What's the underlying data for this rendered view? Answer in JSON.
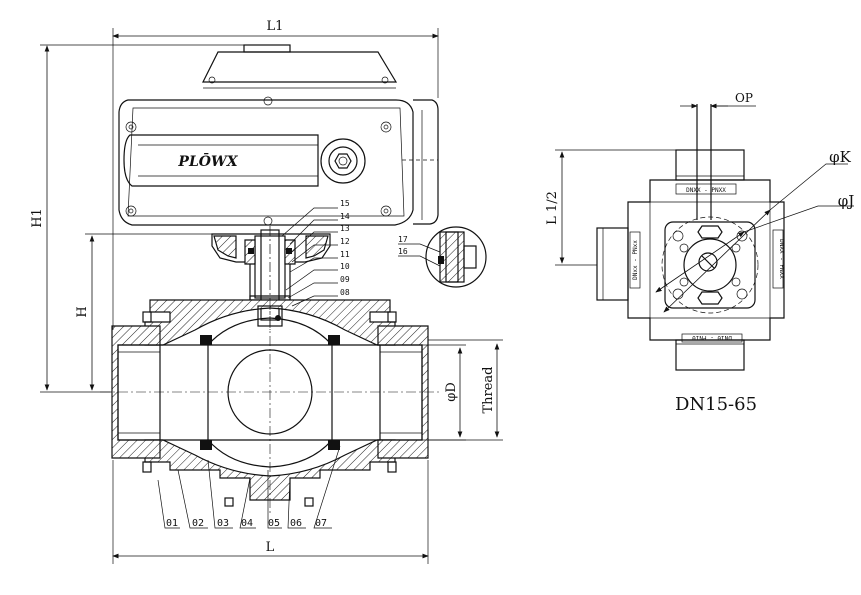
{
  "dimensions": {
    "L1": "L1",
    "H1": "H1",
    "H": "H",
    "L": "L",
    "D": "φD",
    "thread": "Thread",
    "OP": "OP",
    "K": "φK",
    "J": "φJ",
    "L_half": "L 1/2"
  },
  "brand": "PLŌWX",
  "parts": {
    "bottom": [
      "01",
      "02",
      "03",
      "04",
      "05",
      "06",
      "07"
    ],
    "stem": [
      "15",
      "14",
      "13",
      "12",
      "11",
      "10",
      "09",
      "08"
    ],
    "detail": [
      "17",
      "16"
    ]
  },
  "flange_labels": {
    "top": "DNXX - PNXX",
    "right": "DNXX - PNXX",
    "left": "DNxx - PNxx",
    "bottom": "DN10 - PN10"
  },
  "size_range": "DN15-65"
}
